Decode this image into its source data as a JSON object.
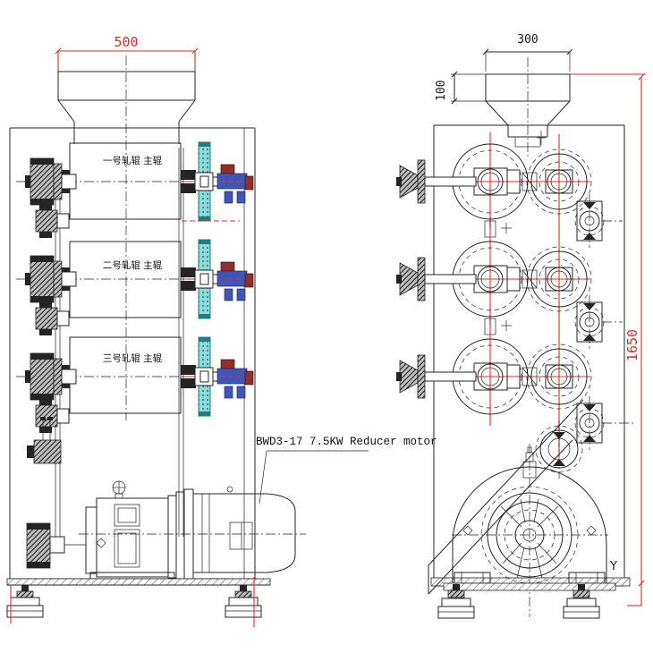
{
  "dimensions": {
    "front_hopper_width": "500",
    "side_hopper_width": "300",
    "side_hopper_height": "100",
    "side_total_height": "1650"
  },
  "roller_labels": [
    {
      "label": "一号轧辊 主辊"
    },
    {
      "label": "二号轧辊 主辊"
    },
    {
      "label": "三号轧辊 主辊"
    }
  ],
  "annotations": {
    "motor_label": "BWD3-17 7.5KW Reducer motor",
    "y_mark": "Y"
  },
  "colors": {
    "dimension_red": "#d92b2b",
    "centerline_red": "#ee2b2b",
    "handwheel_teal": "#93d8d8",
    "teal_dark": "#1f7d7d",
    "adjuster_blue": "#4055b8",
    "adjuster_maroon": "#8e2f2e",
    "line_dark": "#242424"
  }
}
